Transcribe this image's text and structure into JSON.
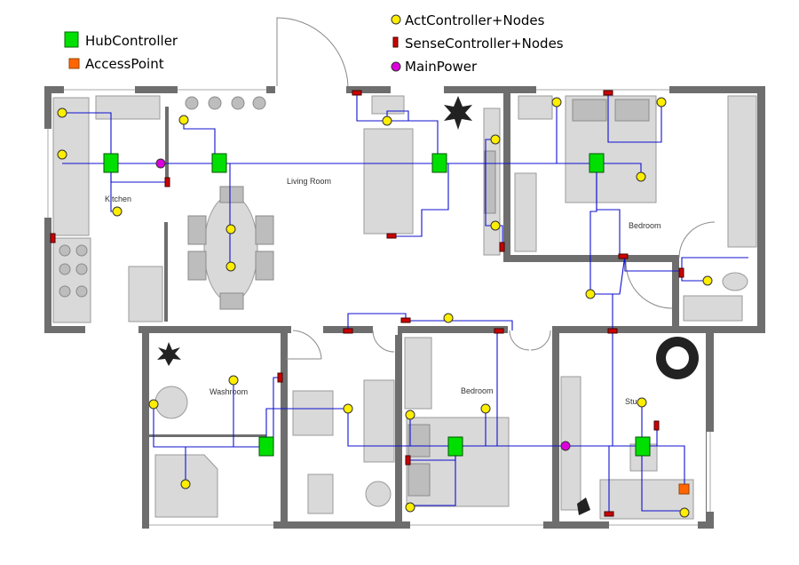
{
  "legend": {
    "hub": "HubController",
    "access": "AccessPoint",
    "act": "ActController+Nodes",
    "sense": "SenseController+Nodes",
    "power": "MainPower"
  },
  "rooms": {
    "kitchen": "Kitchen",
    "living": "Living Room",
    "bedroom_upper": "Bedroom",
    "washroom": "Washroom",
    "bedroom_lower": "Bedroom",
    "study": "Study"
  },
  "colors": {
    "hub": "#00e000",
    "access": "#ff6600",
    "act": "#ffee00",
    "sense": "#cc0000",
    "power": "#dd00dd",
    "wire": "#1010d0"
  }
}
